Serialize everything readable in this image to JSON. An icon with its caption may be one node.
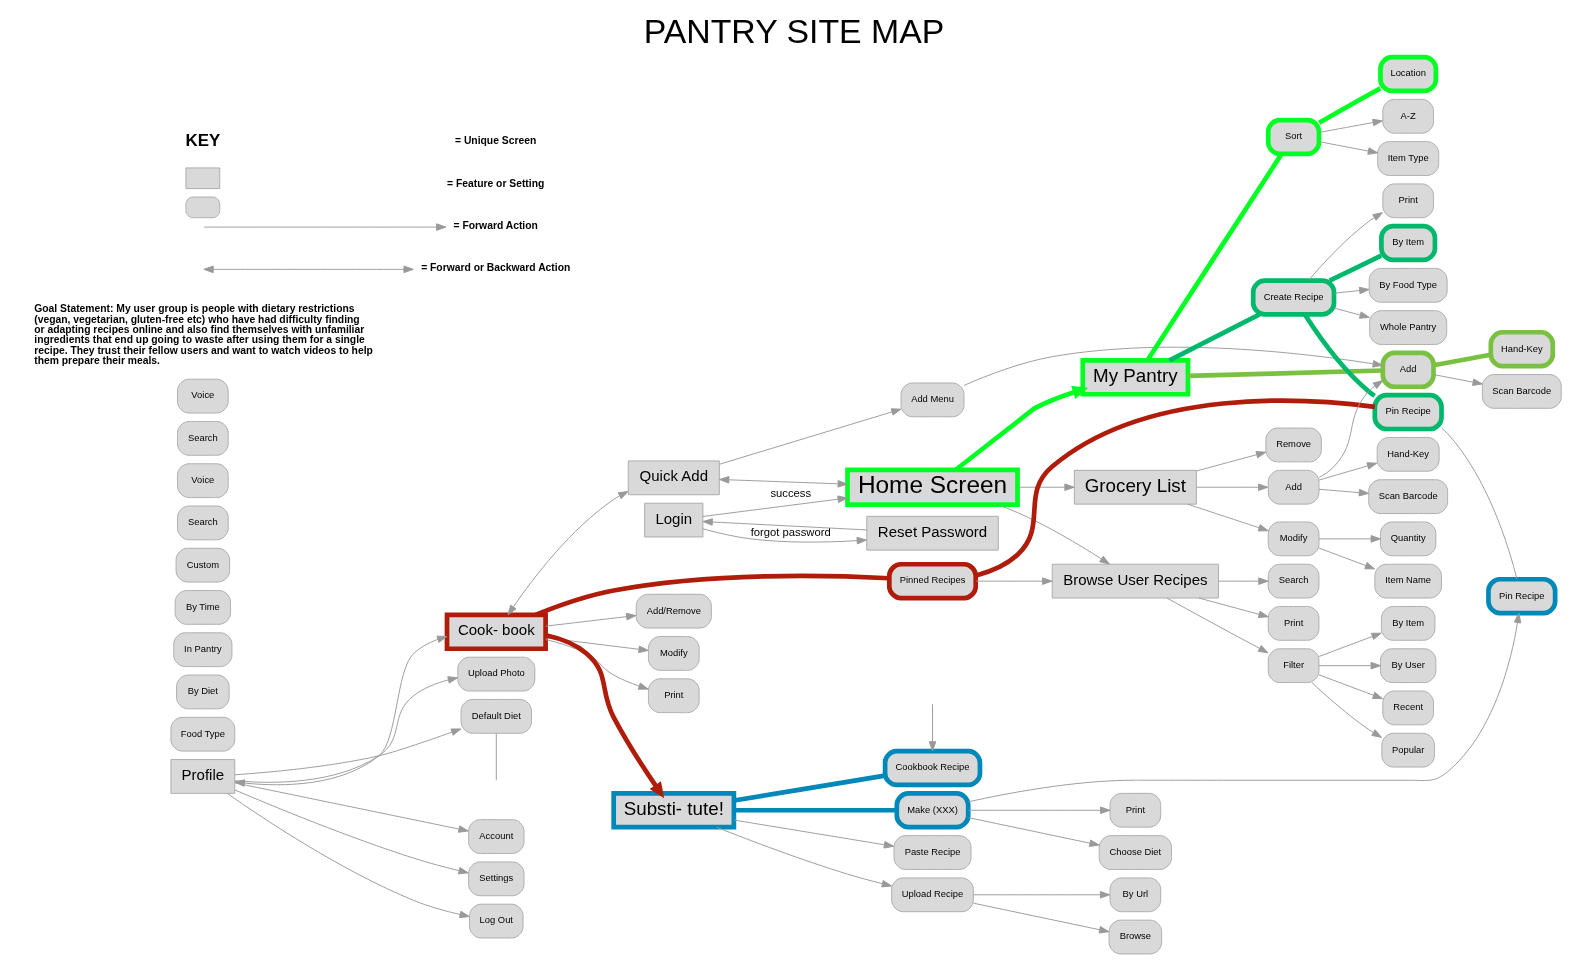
{
  "diagram": {
    "title": "PANTRY SITE MAP",
    "nodes": [
      {
        "text": [
          "Login"
        ]
      },
      {
        "text": [
          "Reset Password"
        ]
      },
      {
        "text": [
          "Home Screen"
        ]
      },
      {
        "text": [
          "Profile"
        ]
      },
      {
        "text": [
          "Cook- book"
        ]
      },
      {
        "text": [
          "Quick Add"
        ]
      },
      {
        "text": [
          "Upload Photo"
        ]
      },
      {
        "text": [
          "Default Diet"
        ]
      },
      {
        "text": [
          "Account"
        ]
      },
      {
        "text": [
          "Settings"
        ]
      },
      {
        "text": [
          "Log Out"
        ]
      },
      {
        "text": [
          "Pinned Recipes"
        ]
      },
      {
        "text": [
          "Add/Remove"
        ]
      },
      {
        "text": [
          "Modify"
        ]
      },
      {
        "text": [
          "Print"
        ]
      },
      {
        "text": [
          "Add Menu"
        ]
      },
      {
        "text": [
          "Browse User Recipes"
        ]
      },
      {
        "text": [
          "My Pantry"
        ]
      },
      {
        "text": [
          "Substi- tute!"
        ]
      },
      {
        "text": [
          "Grocery List"
        ]
      },
      {
        "text": [
          "Filter"
        ]
      },
      {
        "text": [
          "Food Type"
        ]
      },
      {
        "text": [
          "Recent"
        ]
      },
      {
        "text": [
          "By Diet"
        ]
      },
      {
        "text": [
          "Popular"
        ]
      },
      {
        "text": [
          "In Pantry"
        ]
      },
      {
        "text": [
          "By Item"
        ]
      },
      {
        "text": [
          "By Time"
        ]
      },
      {
        "text": [
          "By User"
        ]
      },
      {
        "text": [
          "Search"
        ]
      },
      {
        "text": [
          "Print"
        ]
      },
      {
        "text": [
          "Sort"
        ]
      },
      {
        "text": [
          "Location"
        ]
      },
      {
        "text": [
          "A-Z"
        ]
      },
      {
        "text": [
          "Custom"
        ]
      },
      {
        "text": [
          "Item Type"
        ]
      },
      {
        "text": [
          "Add"
        ]
      },
      {
        "text": [
          "Search"
        ]
      },
      {
        "text": [
          "Hand-Key"
        ]
      },
      {
        "text": [
          "Voice"
        ]
      },
      {
        "text": [
          "Scan Barcode"
        ]
      },
      {
        "text": [
          "Create Recipe"
        ]
      },
      {
        "text": [
          "By Item"
        ]
      },
      {
        "text": [
          "By Food Type"
        ]
      },
      {
        "text": [
          "Whole Pantry"
        ]
      },
      {
        "text": [
          "Pin Recipe"
        ]
      },
      {
        "text": [
          "Print"
        ]
      },
      {
        "text": [
          "Paste Recipe"
        ]
      },
      {
        "text": [
          "Upload Recipe"
        ]
      },
      {
        "text": [
          "By Url"
        ]
      },
      {
        "text": [
          "Browse"
        ]
      },
      {
        "text": [
          "Cookbook Recipe"
        ]
      },
      {
        "text": [
          "Make (XXX)"
        ]
      },
      {
        "text": [
          "Choose Diet"
        ]
      },
      {
        "text": [
          "Pin Recipe"
        ]
      },
      {
        "text": [
          "Print"
        ]
      },
      {
        "text": [
          "Add"
        ]
      },
      {
        "text": [
          "Search"
        ]
      },
      {
        "text": [
          "Hand-Key"
        ]
      },
      {
        "text": [
          "Voice"
        ]
      },
      {
        "text": [
          "Scan Barcode"
        ]
      },
      {
        "text": [
          "Modify"
        ]
      },
      {
        "text": [
          "Item Name"
        ]
      },
      {
        "text": [
          "Quantity"
        ]
      },
      {
        "text": [
          "Remove"
        ]
      }
    ],
    "edges": [
      {
        "from": 0,
        "to": 1,
        "arrow": "to",
        "label": "forgot password"
      },
      {
        "from": 1,
        "to": 0,
        "arrow": "to"
      },
      {
        "from": 0,
        "to": 2,
        "arrow": "to",
        "label": "success"
      },
      {
        "from": 3,
        "to": 4,
        "arrow": "both"
      },
      {
        "from": 4,
        "to": 5,
        "arrow": "both"
      },
      {
        "from": 5,
        "to": 2,
        "arrow": "both"
      },
      {
        "from": 3,
        "to": 6,
        "arrow": "to"
      },
      {
        "from": 3,
        "to": 7,
        "arrow": "to"
      },
      {
        "from": 3,
        "to": 8,
        "arrow": "to"
      },
      {
        "from": 3,
        "to": 9,
        "arrow": "to"
      },
      {
        "from": 3,
        "to": 10,
        "arrow": "to"
      },
      {
        "from": 7,
        "to": null,
        "arrow": "none"
      },
      {
        "from": 4,
        "to": 11,
        "arrow": "none",
        "style": "thick",
        "color": "#b01c0a"
      },
      {
        "from": 4,
        "to": 12,
        "arrow": "to"
      },
      {
        "from": 4,
        "to": 13,
        "arrow": "to"
      },
      {
        "from": 4,
        "to": 14,
        "arrow": "to"
      },
      {
        "from": 4,
        "to": 18,
        "arrow": "to",
        "style": "thick",
        "color": "#b01c0a"
      },
      {
        "from": 11,
        "to": 45,
        "arrow": "none",
        "style": "thick",
        "color": "#b01c0a"
      },
      {
        "from": 11,
        "to": 16,
        "arrow": "to"
      },
      {
        "from": 5,
        "to": 15,
        "arrow": "to"
      },
      {
        "from": 15,
        "to": 36,
        "arrow": "to"
      },
      {
        "from": 2,
        "to": 16,
        "arrow": "to"
      },
      {
        "from": 2,
        "to": 17,
        "arrow": "to",
        "style": "thick",
        "color": "#00ff22"
      },
      {
        "from": 2,
        "to": 19,
        "arrow": "to"
      },
      {
        "from": 16,
        "to": 20,
        "arrow": "to"
      },
      {
        "from": 16,
        "to": 29,
        "arrow": "to"
      },
      {
        "from": 16,
        "to": 30,
        "arrow": "to"
      },
      {
        "from": 20,
        "to": 22,
        "arrow": "to"
      },
      {
        "from": 20,
        "to": 24,
        "arrow": "to"
      },
      {
        "from": 20,
        "to": 26,
        "arrow": "to"
      },
      {
        "from": 20,
        "to": 28,
        "arrow": "to"
      },
      {
        "from": 17,
        "to": 31,
        "arrow": "none",
        "style": "thick",
        "color": "#00ff22"
      },
      {
        "from": 17,
        "to": 36,
        "arrow": "none",
        "style": "thick",
        "color": "#7ac142"
      },
      {
        "from": 17,
        "to": 41,
        "arrow": "none",
        "style": "thick",
        "color": "#00b86b"
      },
      {
        "from": 31,
        "to": 32,
        "arrow": "none",
        "style": "thick",
        "color": "#00ff22"
      },
      {
        "from": 31,
        "to": 33,
        "arrow": "to"
      },
      {
        "from": 31,
        "to": 35,
        "arrow": "to"
      },
      {
        "from": 36,
        "to": 38,
        "arrow": "none",
        "style": "thick",
        "color": "#7ac142"
      },
      {
        "from": 36,
        "to": 40,
        "arrow": "to"
      },
      {
        "from": 56,
        "to": 36,
        "arrow": "to"
      },
      {
        "from": 41,
        "to": 42,
        "arrow": "none",
        "style": "thick",
        "color": "#00b86b"
      },
      {
        "from": 41,
        "to": 43,
        "arrow": "to"
      },
      {
        "from": 41,
        "to": 44,
        "arrow": "to"
      },
      {
        "from": 41,
        "to": 45,
        "arrow": "none",
        "style": "thick",
        "color": "#00b86b"
      },
      {
        "from": 41,
        "to": 46,
        "arrow": "to"
      },
      {
        "from": 45,
        "to": 54,
        "arrow": "none"
      },
      {
        "from": 18,
        "to": 47,
        "arrow": "to"
      },
      {
        "from": 18,
        "to": 48,
        "arrow": "to"
      },
      {
        "from": 18,
        "to": 51,
        "arrow": "none",
        "style": "thick",
        "color": "#0088b8"
      },
      {
        "from": 18,
        "to": 52,
        "arrow": "none",
        "style": "thick",
        "color": "#0088b8"
      },
      {
        "from": 48,
        "to": 49,
        "arrow": "to"
      },
      {
        "from": 48,
        "to": 50,
        "arrow": "to"
      },
      {
        "from": null,
        "to": 51,
        "arrow": "to"
      },
      {
        "from": 52,
        "to": 53,
        "arrow": "to"
      },
      {
        "from": 52,
        "to": 54,
        "arrow": "to"
      },
      {
        "from": 52,
        "to": 55,
        "arrow": "to"
      },
      {
        "from": 19,
        "to": 56,
        "arrow": "to"
      },
      {
        "from": 19,
        "to": 61,
        "arrow": "to"
      },
      {
        "from": 19,
        "to": 64,
        "arrow": "to"
      },
      {
        "from": 56,
        "to": 58,
        "arrow": "to"
      },
      {
        "from": 56,
        "to": 60,
        "arrow": "to"
      },
      {
        "from": 61,
        "to": 62,
        "arrow": "to"
      },
      {
        "from": 61,
        "to": 63,
        "arrow": "to"
      }
    ],
    "labels": [
      "Goal Statement: My user group is people with dietary restrictions (vegan, vegetarian, gluten-free etc) who have had difficulty finding or adapting recipes online and also find themselves with unfamiliar ingredients that end up going to waste after using them for a single recipe. They trust their fellow users and want to watch videos to help them prepare their meals.",
      "KEY"
    ],
    "legend": [
      {
        "text": "= Unique Screen"
      },
      {
        "text": "= Feature or Setting"
      },
      {
        "text": "= Forward Action"
      },
      {
        "text": "= Forward or Backward Action"
      }
    ]
  }
}
